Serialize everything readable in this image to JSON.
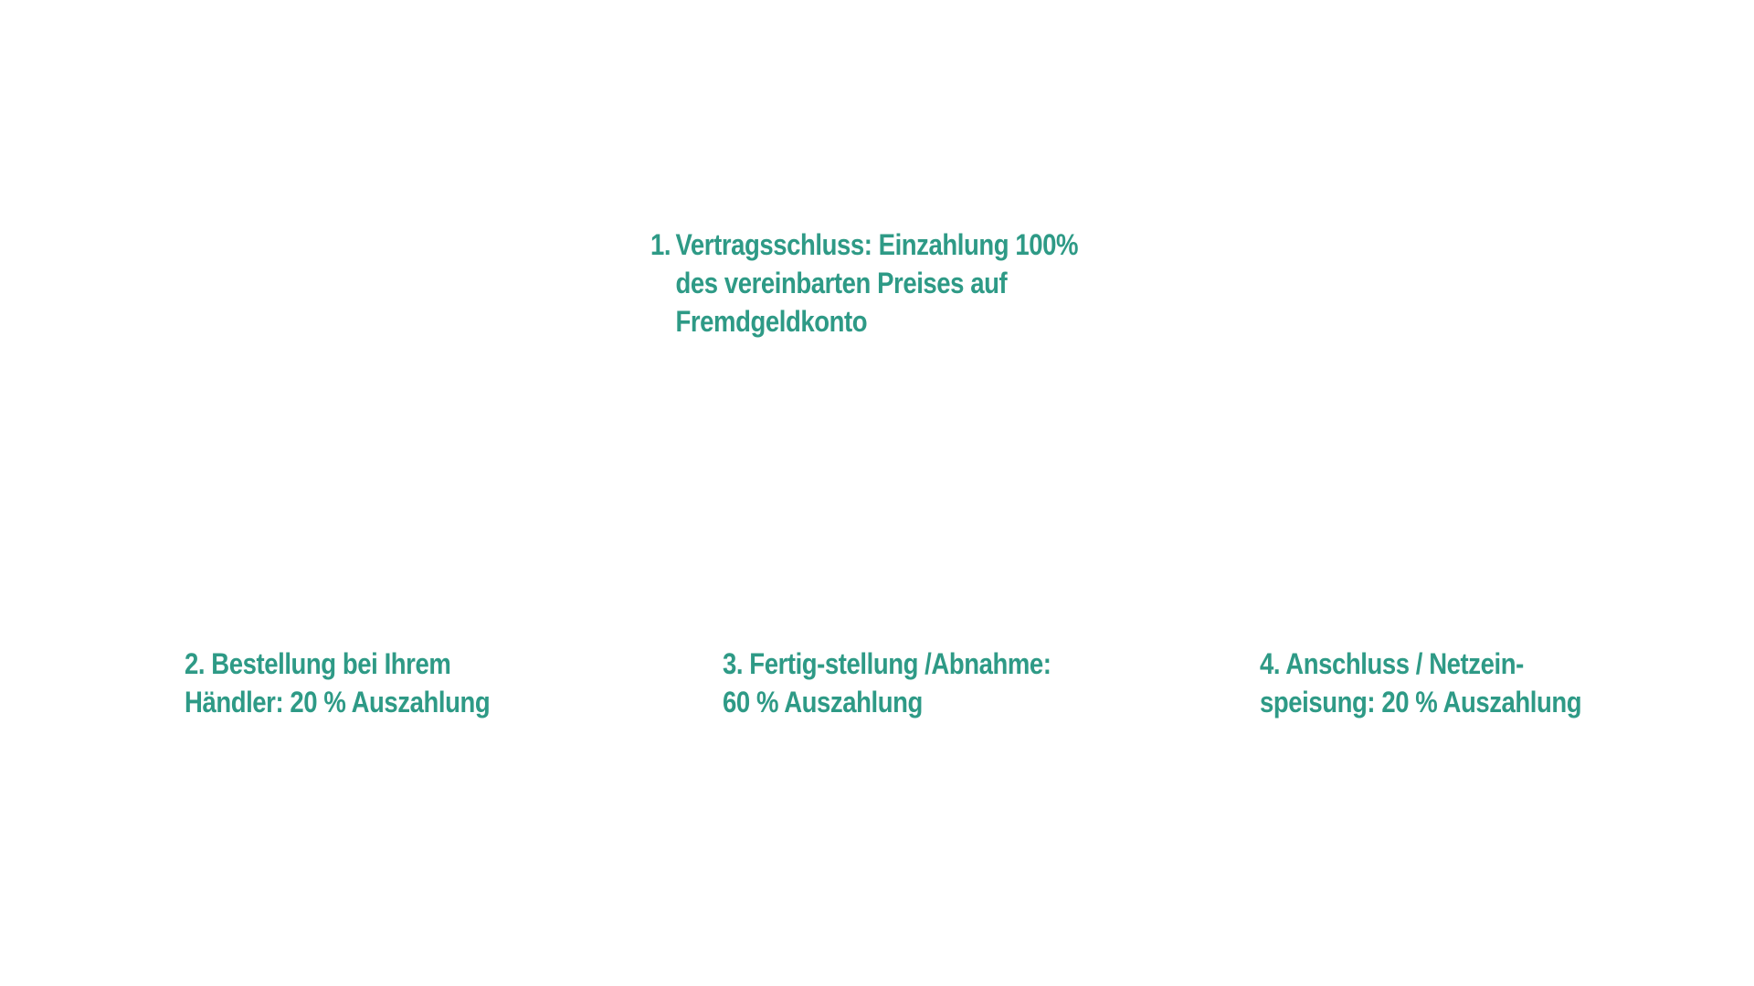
{
  "colors": {
    "text": "#2e9a86",
    "background": "#ffffff"
  },
  "steps": [
    {
      "number": "1.",
      "lines": [
        "Vertragsschluss: Einzahlung 100%",
        "des vereinbarten Preises auf",
        "Fremdgeldkonto"
      ]
    },
    {
      "lines": [
        "2. Bestellung bei Ihrem",
        "Händler: 20 % Auszahlung"
      ]
    },
    {
      "lines": [
        "3. Fertig-stellung /Abnahme:",
        "60 % Auszahlung"
      ]
    },
    {
      "lines": [
        "4. Anschluss / Netzein-",
        "speisung: 20 % Auszahlung"
      ]
    }
  ]
}
